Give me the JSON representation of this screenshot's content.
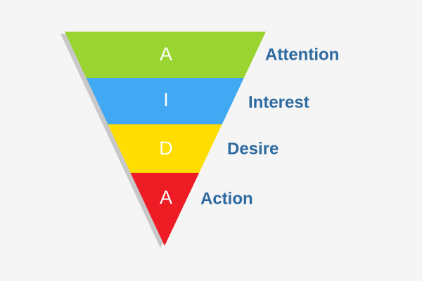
{
  "funnel": {
    "shadow_color": "#c8c8c8",
    "label_color": "#2d6a9f",
    "stages": [
      {
        "letter": "A",
        "label": "Attention",
        "color": "#9ad430"
      },
      {
        "letter": "I",
        "label": "Interest",
        "color": "#41a8f4"
      },
      {
        "letter": "D",
        "label": "Desire",
        "color": "#ffdd00"
      },
      {
        "letter": "A",
        "label": "Action",
        "color": "#ee1c25"
      }
    ]
  }
}
